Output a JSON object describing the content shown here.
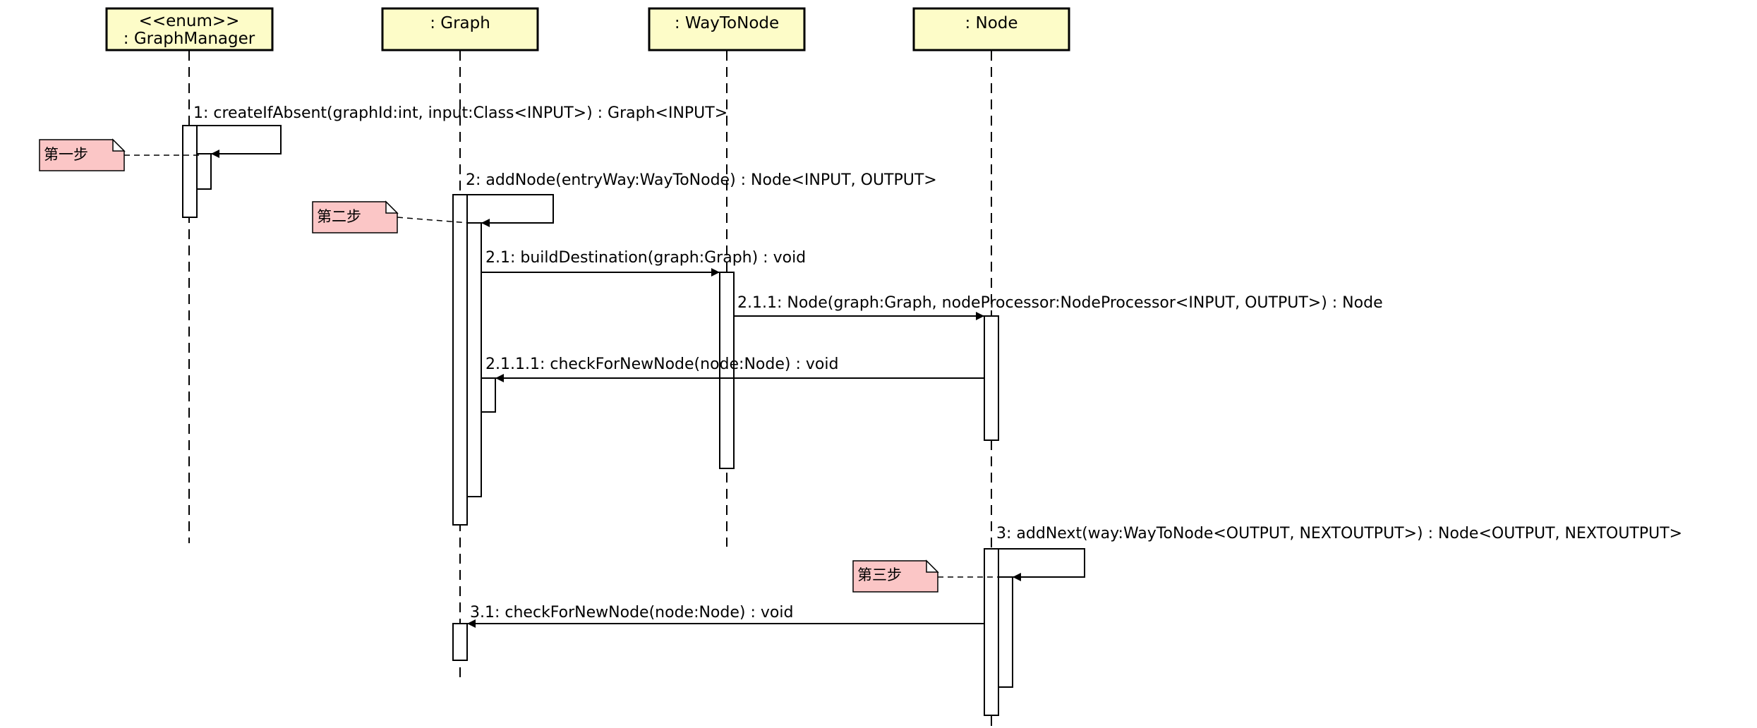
{
  "lifelines": [
    {
      "id": "graph-manager",
      "stereotype": "<<enum>>",
      "name": ": GraphManager"
    },
    {
      "id": "graph",
      "name": ": Graph"
    },
    {
      "id": "way-to-node",
      "name": ": WayToNode"
    },
    {
      "id": "node",
      "name": ": Node"
    }
  ],
  "messages": [
    {
      "id": "m1",
      "label": "1: createIfAbsent(graphId:int, input:Class<INPUT>) : Graph<INPUT>"
    },
    {
      "id": "m2",
      "label": "2: addNode(entryWay:WayToNode) : Node<INPUT, OUTPUT>"
    },
    {
      "id": "m21",
      "label": "2.1: buildDestination(graph:Graph) : void"
    },
    {
      "id": "m211",
      "label": "2.1.1: Node(graph:Graph, nodeProcessor:NodeProcessor<INPUT, OUTPUT>) : Node"
    },
    {
      "id": "m2111",
      "label": "2.1.1.1: checkForNewNode(node:Node) : void"
    },
    {
      "id": "m3",
      "label": "3: addNext(way:WayToNode<OUTPUT, NEXTOUTPUT>) : Node<OUTPUT, NEXTOUTPUT>"
    },
    {
      "id": "m31",
      "label": "3.1: checkForNewNode(node:Node) : void"
    }
  ],
  "notes": [
    {
      "id": "note1",
      "text": "第一步"
    },
    {
      "id": "note2",
      "text": "第二步"
    },
    {
      "id": "note3",
      "text": "第三步"
    }
  ]
}
